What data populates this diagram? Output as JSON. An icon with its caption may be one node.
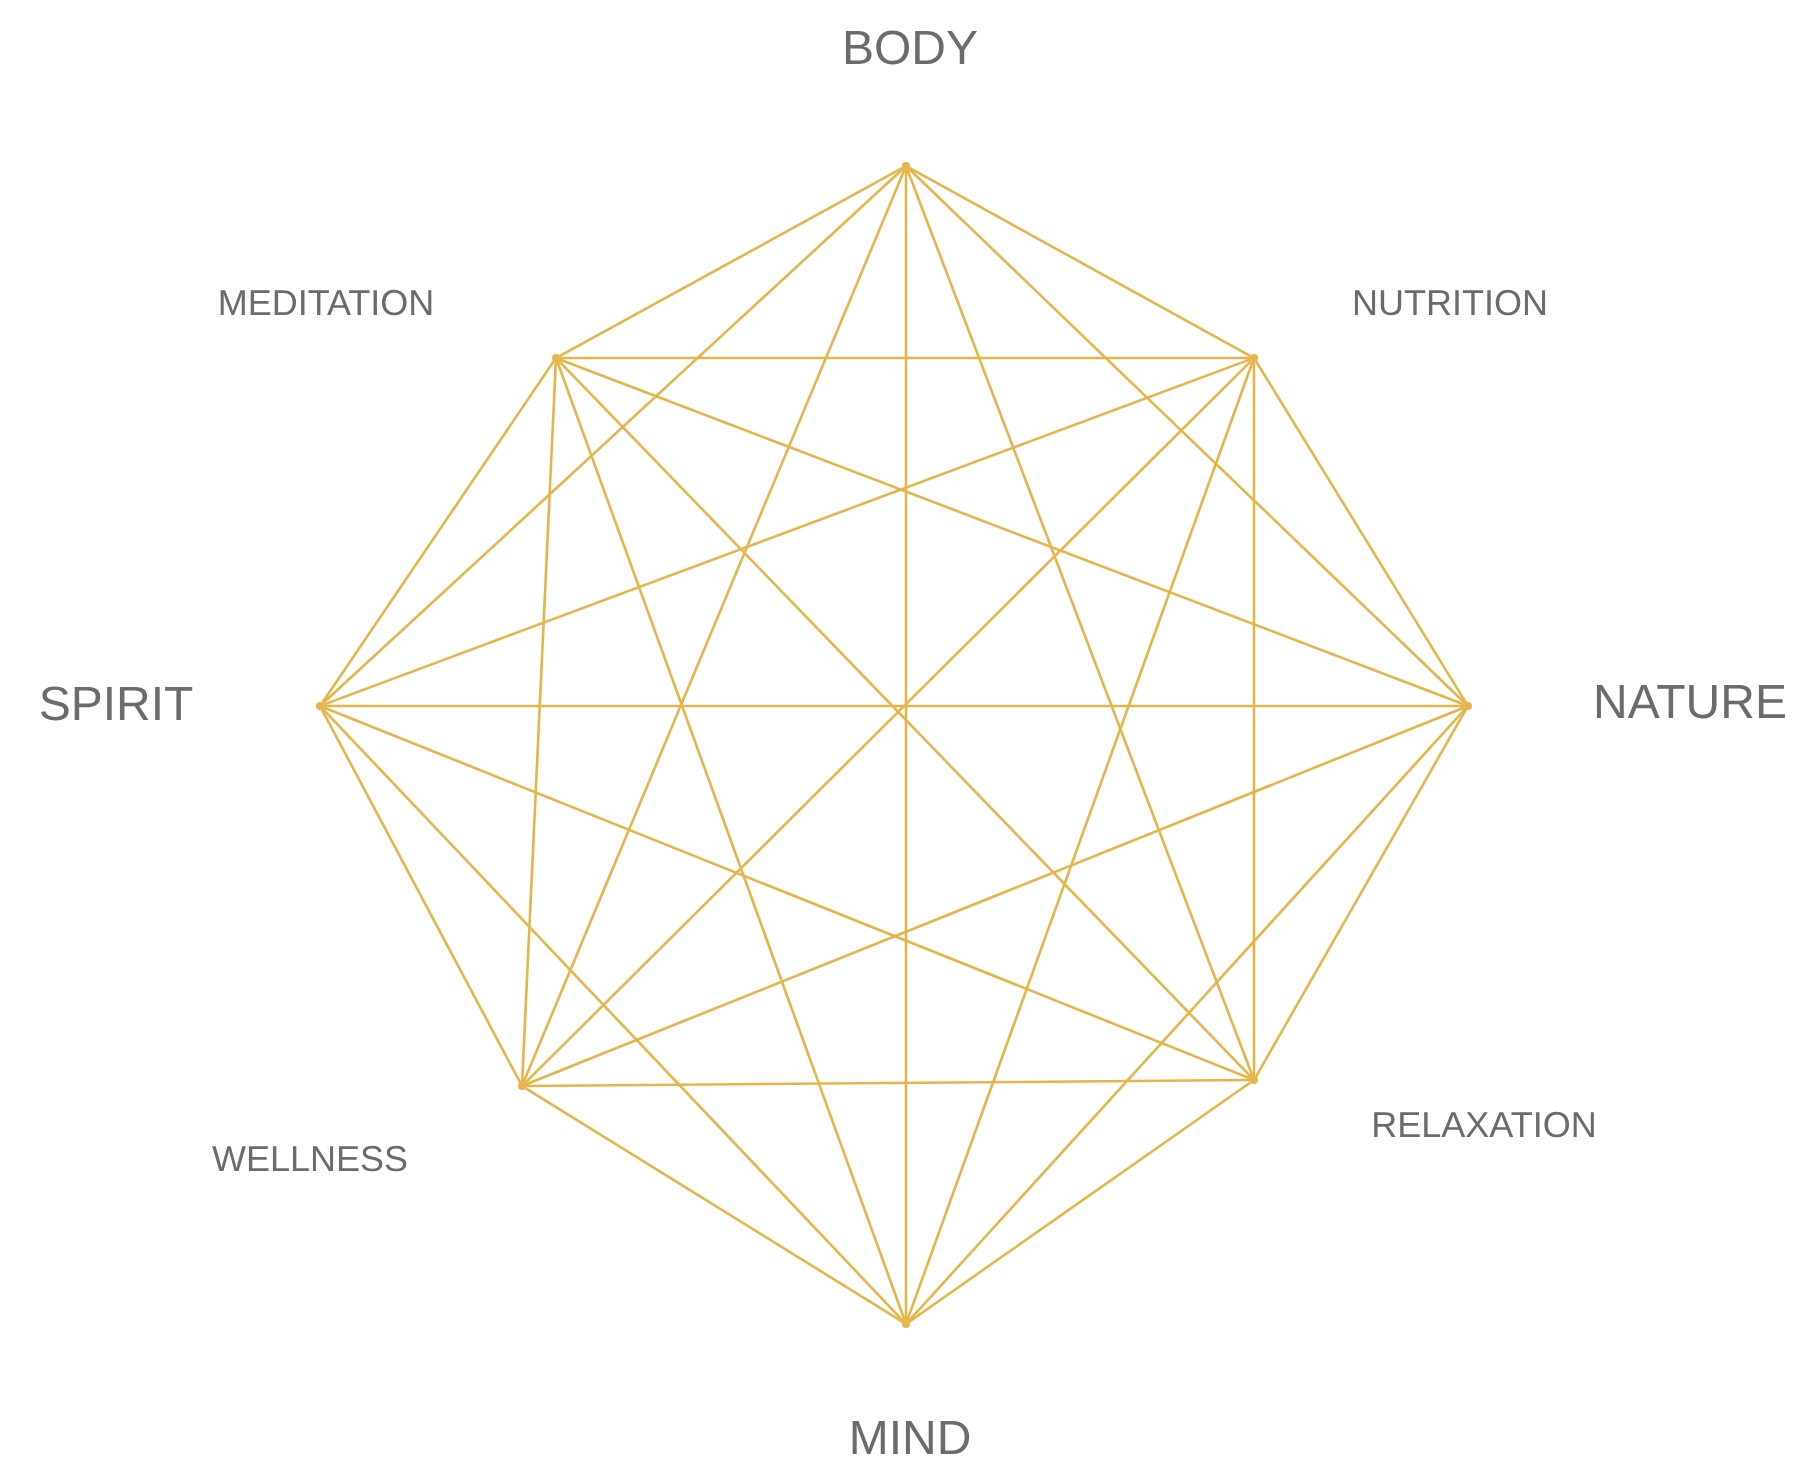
{
  "diagram": {
    "nodes": [
      {
        "text": [],
        "shape": "vertex",
        "beside": [
          "BODY"
        ]
      },
      {
        "text": [],
        "shape": "vertex",
        "beside": [
          "MEDITATION"
        ]
      },
      {
        "text": [],
        "shape": "vertex",
        "beside": [
          "NUTRITION"
        ]
      },
      {
        "text": [],
        "shape": "vertex",
        "beside": [
          "SPIRIT"
        ]
      },
      {
        "text": [],
        "shape": "vertex",
        "beside": [
          "NATURE"
        ]
      },
      {
        "text": [],
        "shape": "vertex",
        "beside": [
          "WELLNESS"
        ]
      },
      {
        "text": [],
        "shape": "vertex",
        "beside": [
          "RELAXATION"
        ]
      },
      {
        "text": [],
        "shape": "vertex",
        "beside": [
          "MIND"
        ]
      }
    ],
    "edges": [
      {
        "from": 0,
        "to": 1,
        "arrow": "none"
      },
      {
        "from": 0,
        "to": 2,
        "arrow": "none"
      },
      {
        "from": 0,
        "to": 3,
        "arrow": "none"
      },
      {
        "from": 0,
        "to": 4,
        "arrow": "none"
      },
      {
        "from": 0,
        "to": 5,
        "arrow": "none"
      },
      {
        "from": 0,
        "to": 6,
        "arrow": "none"
      },
      {
        "from": 0,
        "to": 7,
        "arrow": "none"
      },
      {
        "from": 1,
        "to": 2,
        "arrow": "none"
      },
      {
        "from": 1,
        "to": 3,
        "arrow": "none"
      },
      {
        "from": 1,
        "to": 4,
        "arrow": "none"
      },
      {
        "from": 1,
        "to": 5,
        "arrow": "none"
      },
      {
        "from": 1,
        "to": 6,
        "arrow": "none"
      },
      {
        "from": 1,
        "to": 7,
        "arrow": "none"
      },
      {
        "from": 2,
        "to": 3,
        "arrow": "none"
      },
      {
        "from": 2,
        "to": 4,
        "arrow": "none"
      },
      {
        "from": 2,
        "to": 5,
        "arrow": "none"
      },
      {
        "from": 2,
        "to": 6,
        "arrow": "none"
      },
      {
        "from": 2,
        "to": 7,
        "arrow": "none"
      },
      {
        "from": 3,
        "to": 4,
        "arrow": "none"
      },
      {
        "from": 3,
        "to": 5,
        "arrow": "none"
      },
      {
        "from": 3,
        "to": 6,
        "arrow": "none"
      },
      {
        "from": 3,
        "to": 7,
        "arrow": "none"
      },
      {
        "from": 4,
        "to": 5,
        "arrow": "none"
      },
      {
        "from": 4,
        "to": 6,
        "arrow": "none"
      },
      {
        "from": 4,
        "to": 7,
        "arrow": "none"
      },
      {
        "from": 5,
        "to": 6,
        "arrow": "none"
      },
      {
        "from": 5,
        "to": 7,
        "arrow": "none"
      },
      {
        "from": 6,
        "to": 7,
        "arrow": "none"
      }
    ]
  }
}
